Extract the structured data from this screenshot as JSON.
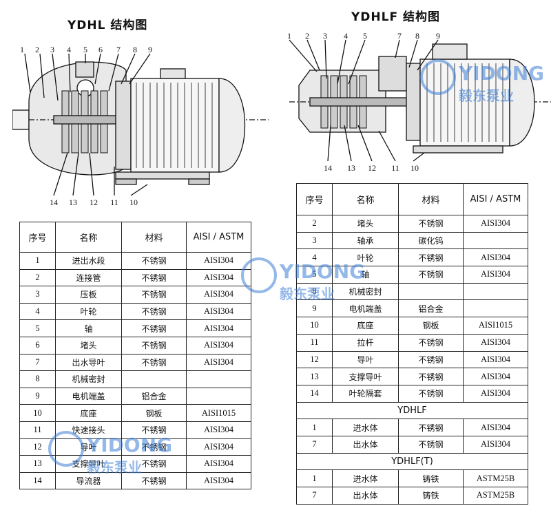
{
  "left": {
    "title": "YDHL 结构图",
    "callouts_top": [
      "1",
      "2",
      "3",
      "4",
      "5",
      "6",
      "7",
      "8",
      "9"
    ],
    "callouts_bottom": [
      "14",
      "13",
      "12",
      "11",
      "10"
    ],
    "headers": [
      "序号",
      "名称",
      "材料",
      "AISI / ASTM"
    ],
    "rows": [
      [
        "1",
        "进出水段",
        "不锈钢",
        "AISI304"
      ],
      [
        "2",
        "连接管",
        "不锈钢",
        "AISI304"
      ],
      [
        "3",
        "压板",
        "不锈钢",
        "AISI304"
      ],
      [
        "4",
        "叶轮",
        "不锈钢",
        "AISI304"
      ],
      [
        "5",
        "轴",
        "不锈钢",
        "AISI304"
      ],
      [
        "6",
        "堵头",
        "不锈钢",
        "AISI304"
      ],
      [
        "7",
        "出水导叶",
        "不锈钢",
        "AISI304"
      ],
      [
        "8",
        "机械密封",
        "",
        ""
      ],
      [
        "9",
        "电机端盖",
        "铝合金",
        ""
      ],
      [
        "10",
        "底座",
        "钢板",
        "AISI1015"
      ],
      [
        "11",
        "快速接头",
        "不锈钢",
        "AISI304"
      ],
      [
        "12",
        "导叶",
        "不锈钢",
        "AISI304"
      ],
      [
        "13",
        "支撑导叶",
        "不锈钢",
        "AISI304"
      ],
      [
        "14",
        "导流器",
        "不锈钢",
        "AISI304"
      ]
    ]
  },
  "right": {
    "title": "YDHLF 结构图",
    "callouts_top": [
      "1",
      "2",
      "3",
      "4",
      "5",
      "7",
      "8",
      "9"
    ],
    "callouts_bottom": [
      "14",
      "13",
      "12",
      "11",
      "10"
    ],
    "headers": [
      "序号",
      "名称",
      "材料",
      "AISI / ASTM"
    ],
    "rows": [
      [
        "2",
        "堵头",
        "不锈钢",
        "AISI304"
      ],
      [
        "3",
        "轴承",
        "碳化钨",
        ""
      ],
      [
        "4",
        "叶轮",
        "不锈钢",
        "AISI304"
      ],
      [
        "5",
        "轴",
        "不锈钢",
        "AISI304"
      ],
      [
        "8",
        "机械密封",
        "",
        ""
      ],
      [
        "9",
        "电机端盖",
        "铝合金",
        ""
      ],
      [
        "10",
        "底座",
        "钢板",
        "AISI1015"
      ],
      [
        "11",
        "拉杆",
        "不锈钢",
        "AISI304"
      ],
      [
        "12",
        "导叶",
        "不锈钢",
        "AISI304"
      ],
      [
        "13",
        "支撑导叶",
        "不锈钢",
        "AISI304"
      ],
      [
        "14",
        "叶轮隔套",
        "不锈钢",
        "AISI304"
      ]
    ],
    "section_ydhlf": "YDHLF",
    "rows_ydhlf": [
      [
        "1",
        "进水体",
        "不锈钢",
        "AISI304"
      ],
      [
        "7",
        "出水体",
        "不锈钢",
        "AISI304"
      ]
    ],
    "section_ydhlft": "YDHLF(T)",
    "rows_ydhlft": [
      [
        "1",
        "进水体",
        "铸铁",
        "ASTM25B"
      ],
      [
        "7",
        "出水体",
        "铸铁",
        "ASTM25B"
      ]
    ]
  },
  "watermark": {
    "brand_latin": "YIDONG",
    "brand_cn": "毅东泵业",
    "color": "#3d7fd6"
  }
}
